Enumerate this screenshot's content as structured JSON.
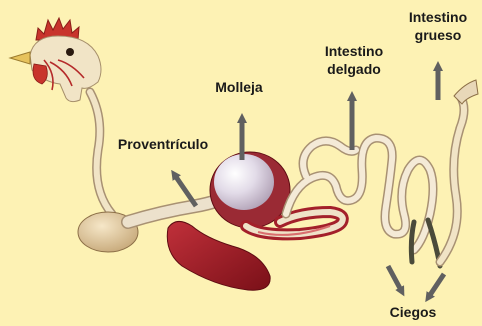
{
  "labels": {
    "intestino_grueso": [
      "Intestino",
      "grueso"
    ],
    "intestino_delgado": [
      "Intestino",
      "delgado"
    ],
    "molleja": "Molleja",
    "proventriculo": "Proventrículo",
    "ciegos": "Ciegos"
  },
  "colors": {
    "background": "#fdf2b4",
    "arrow": "#606060",
    "organ_cream": "#efe2c8",
    "organ_outline": "#b5a386",
    "organ_red": "#a8202a",
    "gizzard_white": "#f4f2f6",
    "comb_red": "#c8342c",
    "liver": "#8e1a22"
  }
}
